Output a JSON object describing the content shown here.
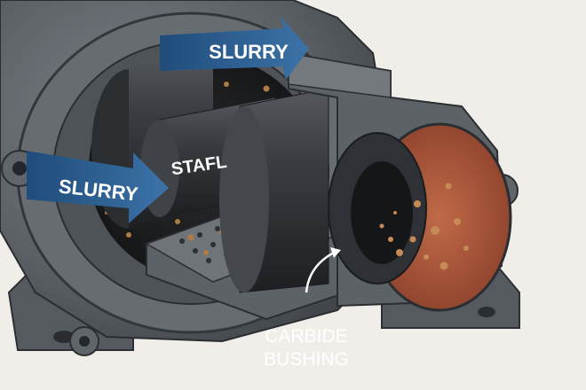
{
  "labels": {
    "slurry_top": "SLURRY",
    "slurry_left": "SLURRY",
    "shaft": "STAFL",
    "bushing_line1": "CARBIDE",
    "bushing_line2": "BUSHING"
  },
  "colors": {
    "background": "#f1eeea",
    "casing": "#5b6065",
    "casing_dark": "#3a3e42",
    "shaft": "#2c2f33",
    "arrow_blue": "#2f5f8f",
    "slurry_particle": "#b07a45",
    "bushing_interior": "#a9553a"
  },
  "icons": {
    "flow_arrow": "arrow-right-icon",
    "callout_arrow": "curved-arrow-icon"
  }
}
